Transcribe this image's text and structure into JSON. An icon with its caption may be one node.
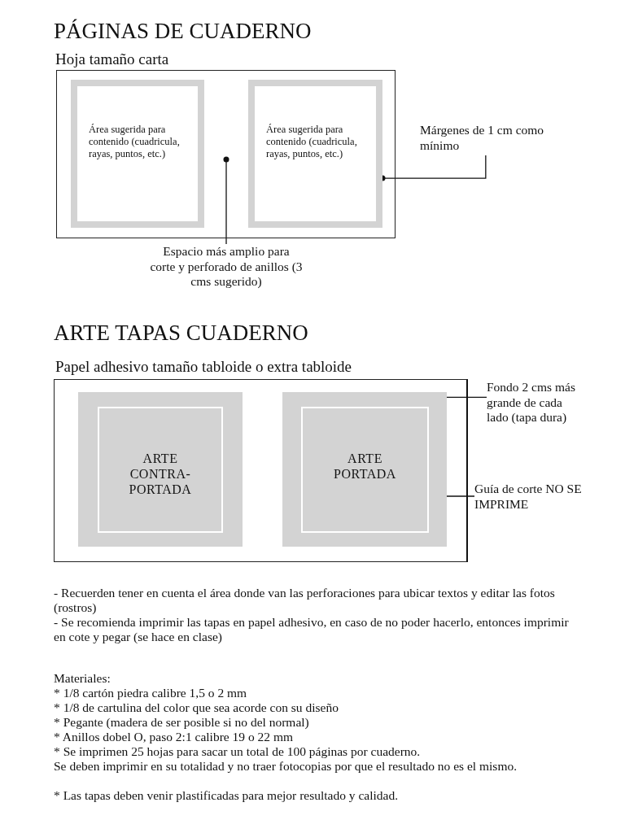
{
  "diagram": {
    "title": "PÁGINAS DE CUADERNO",
    "nodes": [
      {
        "text": [
          "Hoja tamaño carta"
        ]
      },
      {
        "text": [
          "Área sugerida para contenido (cuadricula, rayas, puntos, etc.)"
        ],
        "in": 0
      },
      {
        "text": [
          "Área sugerida para contenido (cuadricula, rayas, puntos, etc.)"
        ],
        "in": 0
      },
      {
        "text": [
          "Espacio más amplio para corte y perforado de anillos (3 cms sugerido)"
        ]
      },
      {
        "text": [
          "Márgenes de 1 cm como mínimo"
        ]
      },
      {
        "text": [
          "Papel adhesivo tamaño tabloide o extra tabloide"
        ]
      },
      {
        "text": [],
        "shape": "box",
        "in": 5
      },
      {
        "text": [
          "ARTE CONTRA- PORTADA"
        ],
        "in": 6
      },
      {
        "text": [],
        "shape": "box",
        "in": 5
      },
      {
        "text": [
          "ARTE PORTADA"
        ],
        "in": 8
      },
      {
        "text": [
          "Fondo 2 cms más grande de cada lado (tapa dura)"
        ]
      },
      {
        "text": [
          "Guía de corte NO SE IMPRIME"
        ]
      }
    ],
    "edges": [
      {
        "from": 3,
        "to": null,
        "arrow": "other"
      },
      {
        "from": 4,
        "to": 2,
        "arrow": "other"
      },
      {
        "from": 10,
        "to": 8,
        "arrow": "other"
      },
      {
        "from": 11,
        "to": 9,
        "arrow": "none"
      }
    ],
    "labels": [
      "ARTE TAPAS CUADERNO",
      "- Recuerden tener en cuenta el área donde van las perforaciones para ubicar textos y editar las fotos (rostros)",
      "- Se recomienda imprimir las tapas en papel adhesivo, en caso de no poder hacerlo, entonces imprimir en cote y pegar (se hace en clase)",
      "Materiales:",
      "* 1/8 cartón piedra calibre 1,5 o 2 mm",
      "* 1/8 de cartulina del color que sea acorde con su diseño",
      "* Pegante (madera de ser posible si no del normal)",
      "* Anillos dobel O, paso 2:1 calibre 19 o 22 mm",
      "* Se imprimen 25 hojas para sacar un total de 100 páginas por cuaderno.",
      "Se deben imprimir en su totalidad y no traer fotocopias por que el resultado no es el mismo.",
      "* Las tapas deben venir plastificadas para mejor resultado y calidad."
    ]
  }
}
